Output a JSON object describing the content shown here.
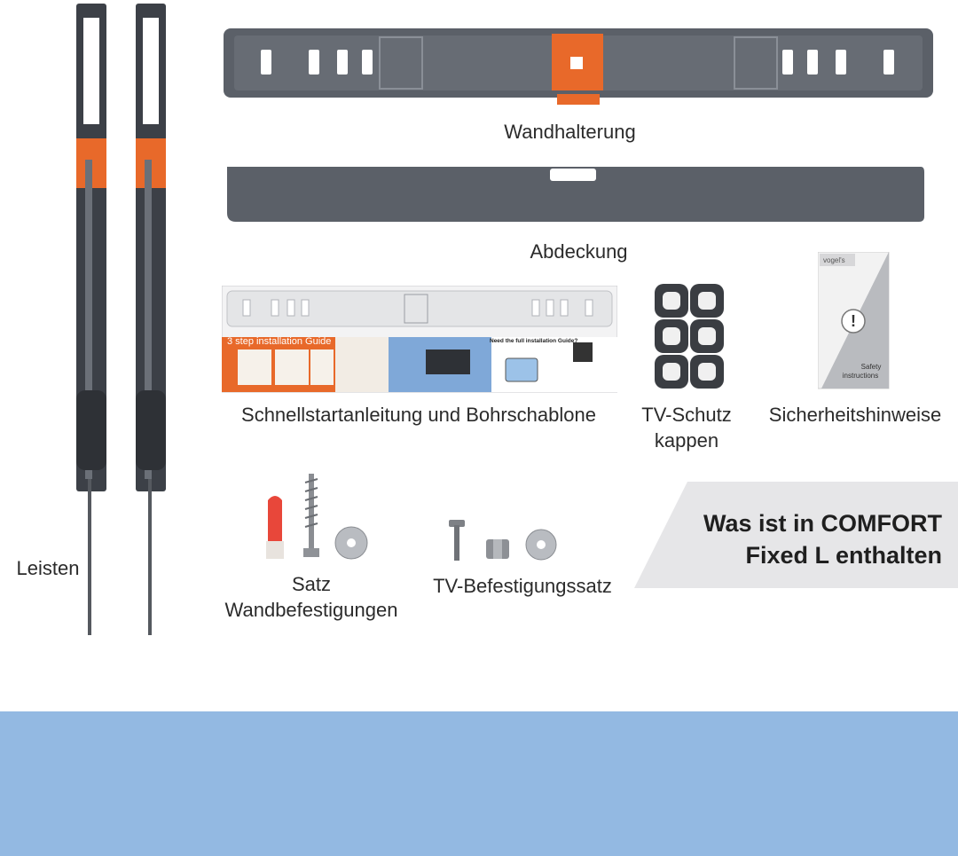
{
  "parts": {
    "wandhalterung": "Wandhalterung",
    "abdeckung": "Abdeckung",
    "schnellstart": "Schnellstartanleitung und Bohrschablone",
    "tv_schutz_line1": "TV-Schutz",
    "tv_schutz_line2": "kappen",
    "sicherheit": "Sicherheitshinweise",
    "satz_line1": "Satz",
    "satz_line2": "Wandbefestigungen",
    "tv_befestigung": "TV-Befestigungssatz",
    "leisten": "Leisten"
  },
  "banner": {
    "line1": "Was ist in COMFORT",
    "line2": "Fixed L enthalten"
  },
  "guide_card": {
    "step_title": "3 step installation Guide",
    "full_guide": "Need the full installation Guide?"
  },
  "safety_card": {
    "brand": "vogel's",
    "title_line1": "Safety",
    "title_line2": "instructions"
  },
  "colors": {
    "bracket_grey": "#5b6068",
    "accent_orange": "#e8692a",
    "band_blue": "#93b9e2",
    "banner_grey": "#e6e6e8"
  }
}
